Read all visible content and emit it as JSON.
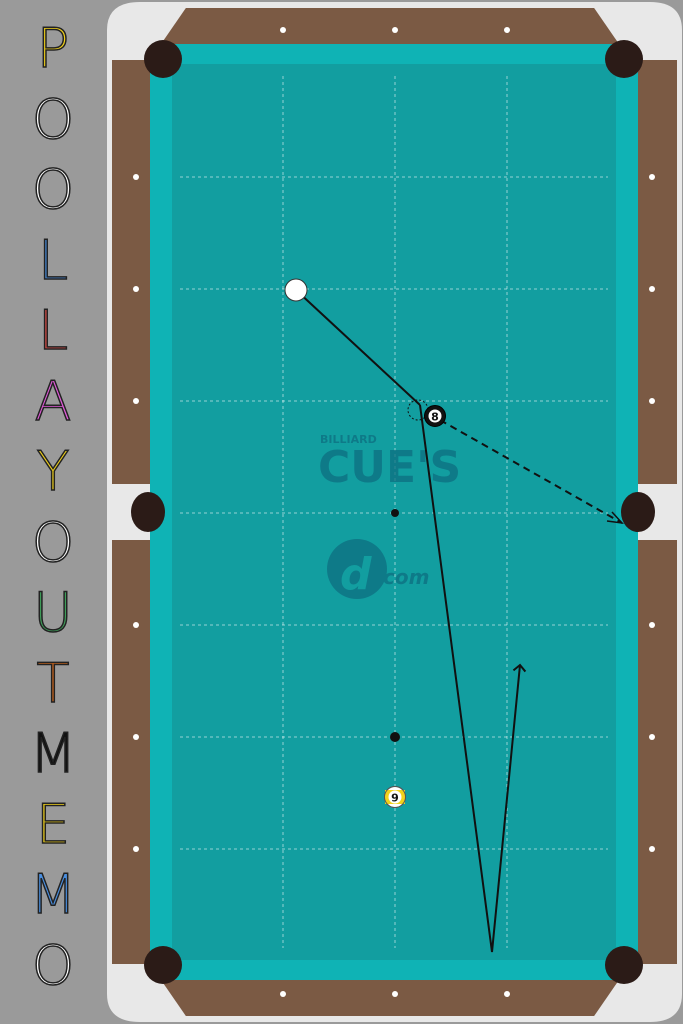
{
  "title": {
    "letters": [
      {
        "char": "P",
        "color": "#f2d21b"
      },
      {
        "char": "O",
        "color": "#ffffff"
      },
      {
        "char": "O",
        "color": "#ffffff"
      },
      {
        "char": "L",
        "color": "#4a8fe0"
      },
      {
        "char": "L",
        "color": "#e3504a"
      },
      {
        "char": "A",
        "color": "#e05ad8"
      },
      {
        "char": "Y",
        "color": "#f2d21b"
      },
      {
        "char": "O",
        "color": "#ffffff"
      },
      {
        "char": "U",
        "color": "#3fa05a"
      },
      {
        "char": "T",
        "color": "#d2691e"
      },
      {
        "char": "M",
        "color": "#111111"
      },
      {
        "char": "E",
        "color": "#f2d21b"
      },
      {
        "char": "M",
        "color": "#4a8fe0"
      },
      {
        "char": "O",
        "color": "#ffffff"
      }
    ]
  },
  "table": {
    "cloth_color": "#129ea0",
    "cushion_color": "#0fb3b5",
    "rail_color": "#7b5a44",
    "corner_color": "#e8e8e8",
    "pocket_color": "#2b1b17",
    "grid": "on",
    "watermark": {
      "small_text": "BILLIARD",
      "main_text": "CUE'S",
      "logo_text": "com",
      "color": "#0d6f80"
    }
  },
  "balls": {
    "cue": {
      "label": "",
      "color": "#ffffff"
    },
    "eight": {
      "label": "8",
      "color": "#111111"
    },
    "nine": {
      "label": "9",
      "color": "#f2d21b"
    }
  },
  "markers": [
    "spot-head",
    "spot-foot"
  ]
}
